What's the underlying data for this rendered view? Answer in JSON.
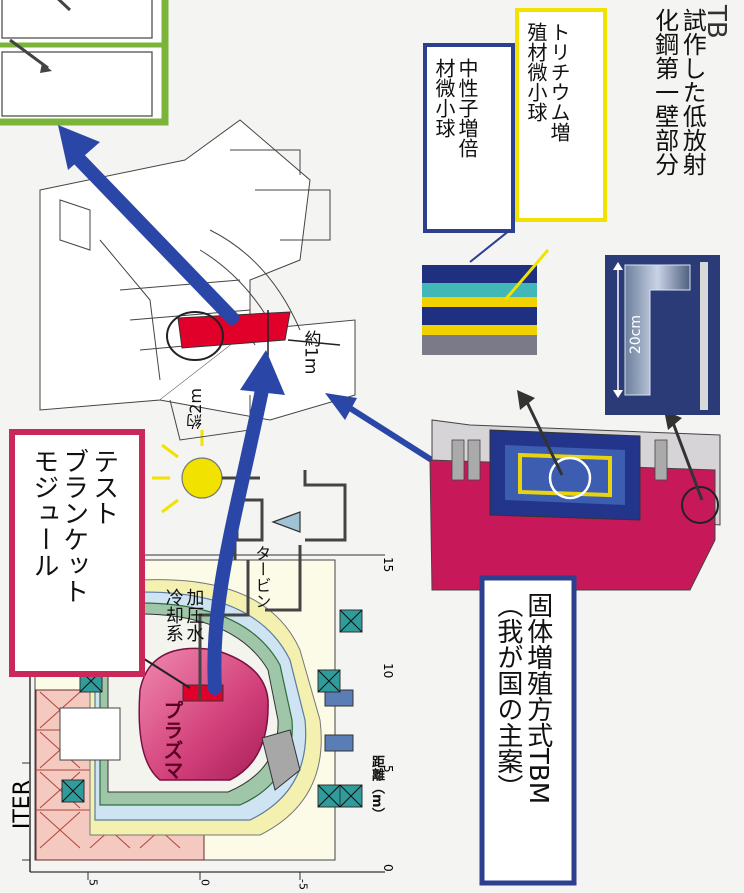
{
  "texts": {
    "iter": "ITER",
    "tbm_corner": "TB",
    "test_blanket_module": "テスト\nブランケット\nモジュール",
    "pressurized_water": "加圧水\n冷却系",
    "turbine": "タービン",
    "plasma": "プラズマ",
    "approx_2m": "約2m",
    "approx_1m": "約1m",
    "neutron_multiplier": "中性子増倍\n材微小球",
    "tritium_breeder": "トリチウム増\n殖材微小球",
    "prototype": "試作した低放射\n化鋼第一壁部分",
    "scale_20cm": "20cm",
    "solid_breeder_tbm": "固体増殖方式TBM\n（我が国の主案）",
    "distance_label": "距離（m）",
    "x_ticks": [
      "0",
      "5",
      "10",
      "15"
    ],
    "y_ticks": [
      "5",
      "0",
      "-5"
    ]
  },
  "colors": {
    "magenta": "#c8285a",
    "blue_arrow": "#2a47a8",
    "green_frame": "#7ab53a",
    "yellow": "#f2e200",
    "navy_box": "#2d3f8f",
    "plasma": "#d2407a"
  }
}
